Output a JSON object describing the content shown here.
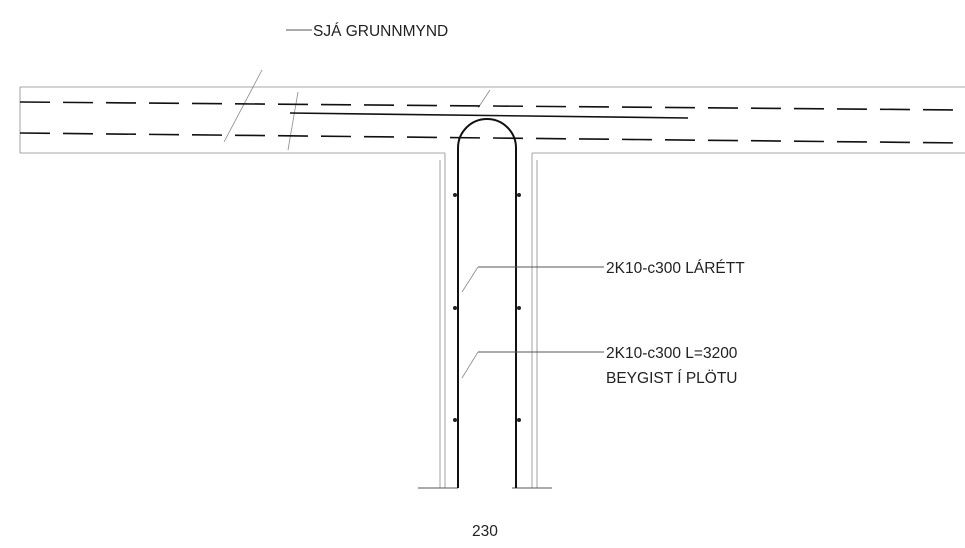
{
  "labels": {
    "reference": "SJÁ GRUNNMYND",
    "horizontal_rebar": "2K10-c300 LÁRÉTT",
    "vertical_rebar_line1": "2K10-c300 L=3200",
    "vertical_rebar_line2": "BEYGIST Í PLÖTU",
    "wall_thickness": "230"
  },
  "colors": {
    "ink": "#111111",
    "thin_line": "#8a8a8a",
    "background": "#ffffff"
  }
}
